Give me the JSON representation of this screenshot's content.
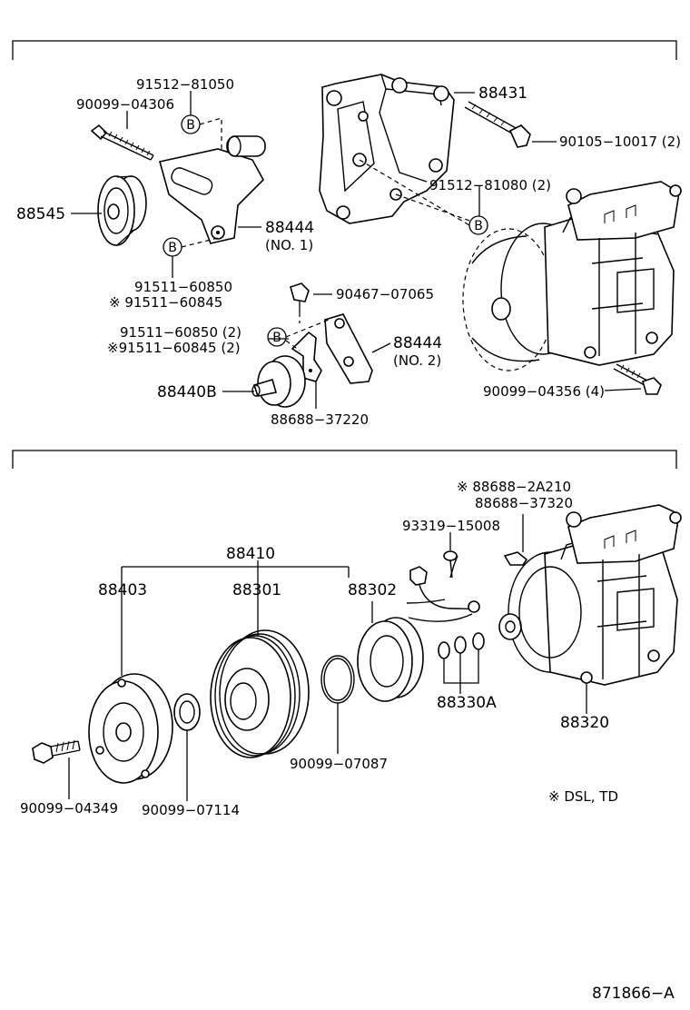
{
  "diagram": {
    "upper": {
      "pn_91512_81050": "91512−81050",
      "pn_90099_04306": "90099−04306",
      "pn_88431": "88431",
      "pn_90105_10017": "90105−10017 (2)",
      "pn_88545": "88545",
      "pn_91512_81080": "91512−81080 (2)",
      "pn_88444_a": "88444",
      "pn_no1": "(NO. 1)",
      "pn_91511_60850": "91511−60850",
      "pn_91511_60845_star": "※ 91511−60845",
      "pn_90467_07065": "90467−07065",
      "pn_91511_60850_2": "91511−60850 (2)",
      "pn_91511_60845_2_star": "※91511−60845 (2)",
      "pn_88444_b": "88444",
      "pn_no2": "(NO. 2)",
      "pn_88440B": "88440B",
      "pn_88688_37220": "88688−37220",
      "pn_90099_04356": "90099−04356 (4)",
      "ref_b": "B"
    },
    "lower": {
      "pn_88688_2A210_star": "※ 88688−2A210",
      "pn_88688_37320": "88688−37320",
      "pn_93319_15008": "93319−15008",
      "pn_88410": "88410",
      "pn_88403": "88403",
      "pn_88301": "88301",
      "pn_88302": "88302",
      "pn_88330A": "88330A",
      "pn_88320": "88320",
      "pn_90099_07087": "90099−07087",
      "pn_90099_04349": "90099−04349",
      "pn_90099_07114": "90099−07114",
      "note_dsl_td": "※  DSL, TD"
    },
    "figure_id": "871866−A"
  }
}
